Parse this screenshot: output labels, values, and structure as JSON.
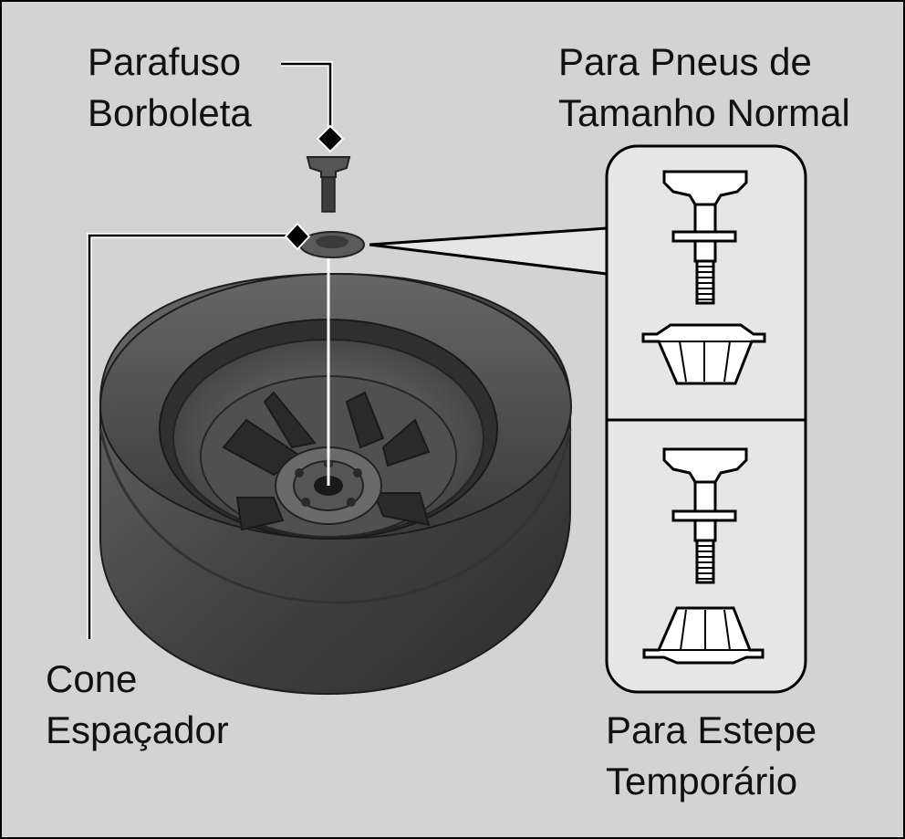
{
  "labels": {
    "wing_bolt": {
      "line1": "Parafuso",
      "line2": "Borboleta"
    },
    "normal_tires": {
      "line1": "Para Pneus de",
      "line2": "Tamanho Normal"
    },
    "spacer_cone": {
      "line1": "Cone",
      "line2": "Espaçador"
    },
    "temporary_spare": {
      "line1": "Para Estepe",
      "line2": "Temporário"
    }
  },
  "colors": {
    "background": "#d3d3d3",
    "panel": "#e6e6e6",
    "tire": "#4a4a4a",
    "outline": "#000000"
  }
}
